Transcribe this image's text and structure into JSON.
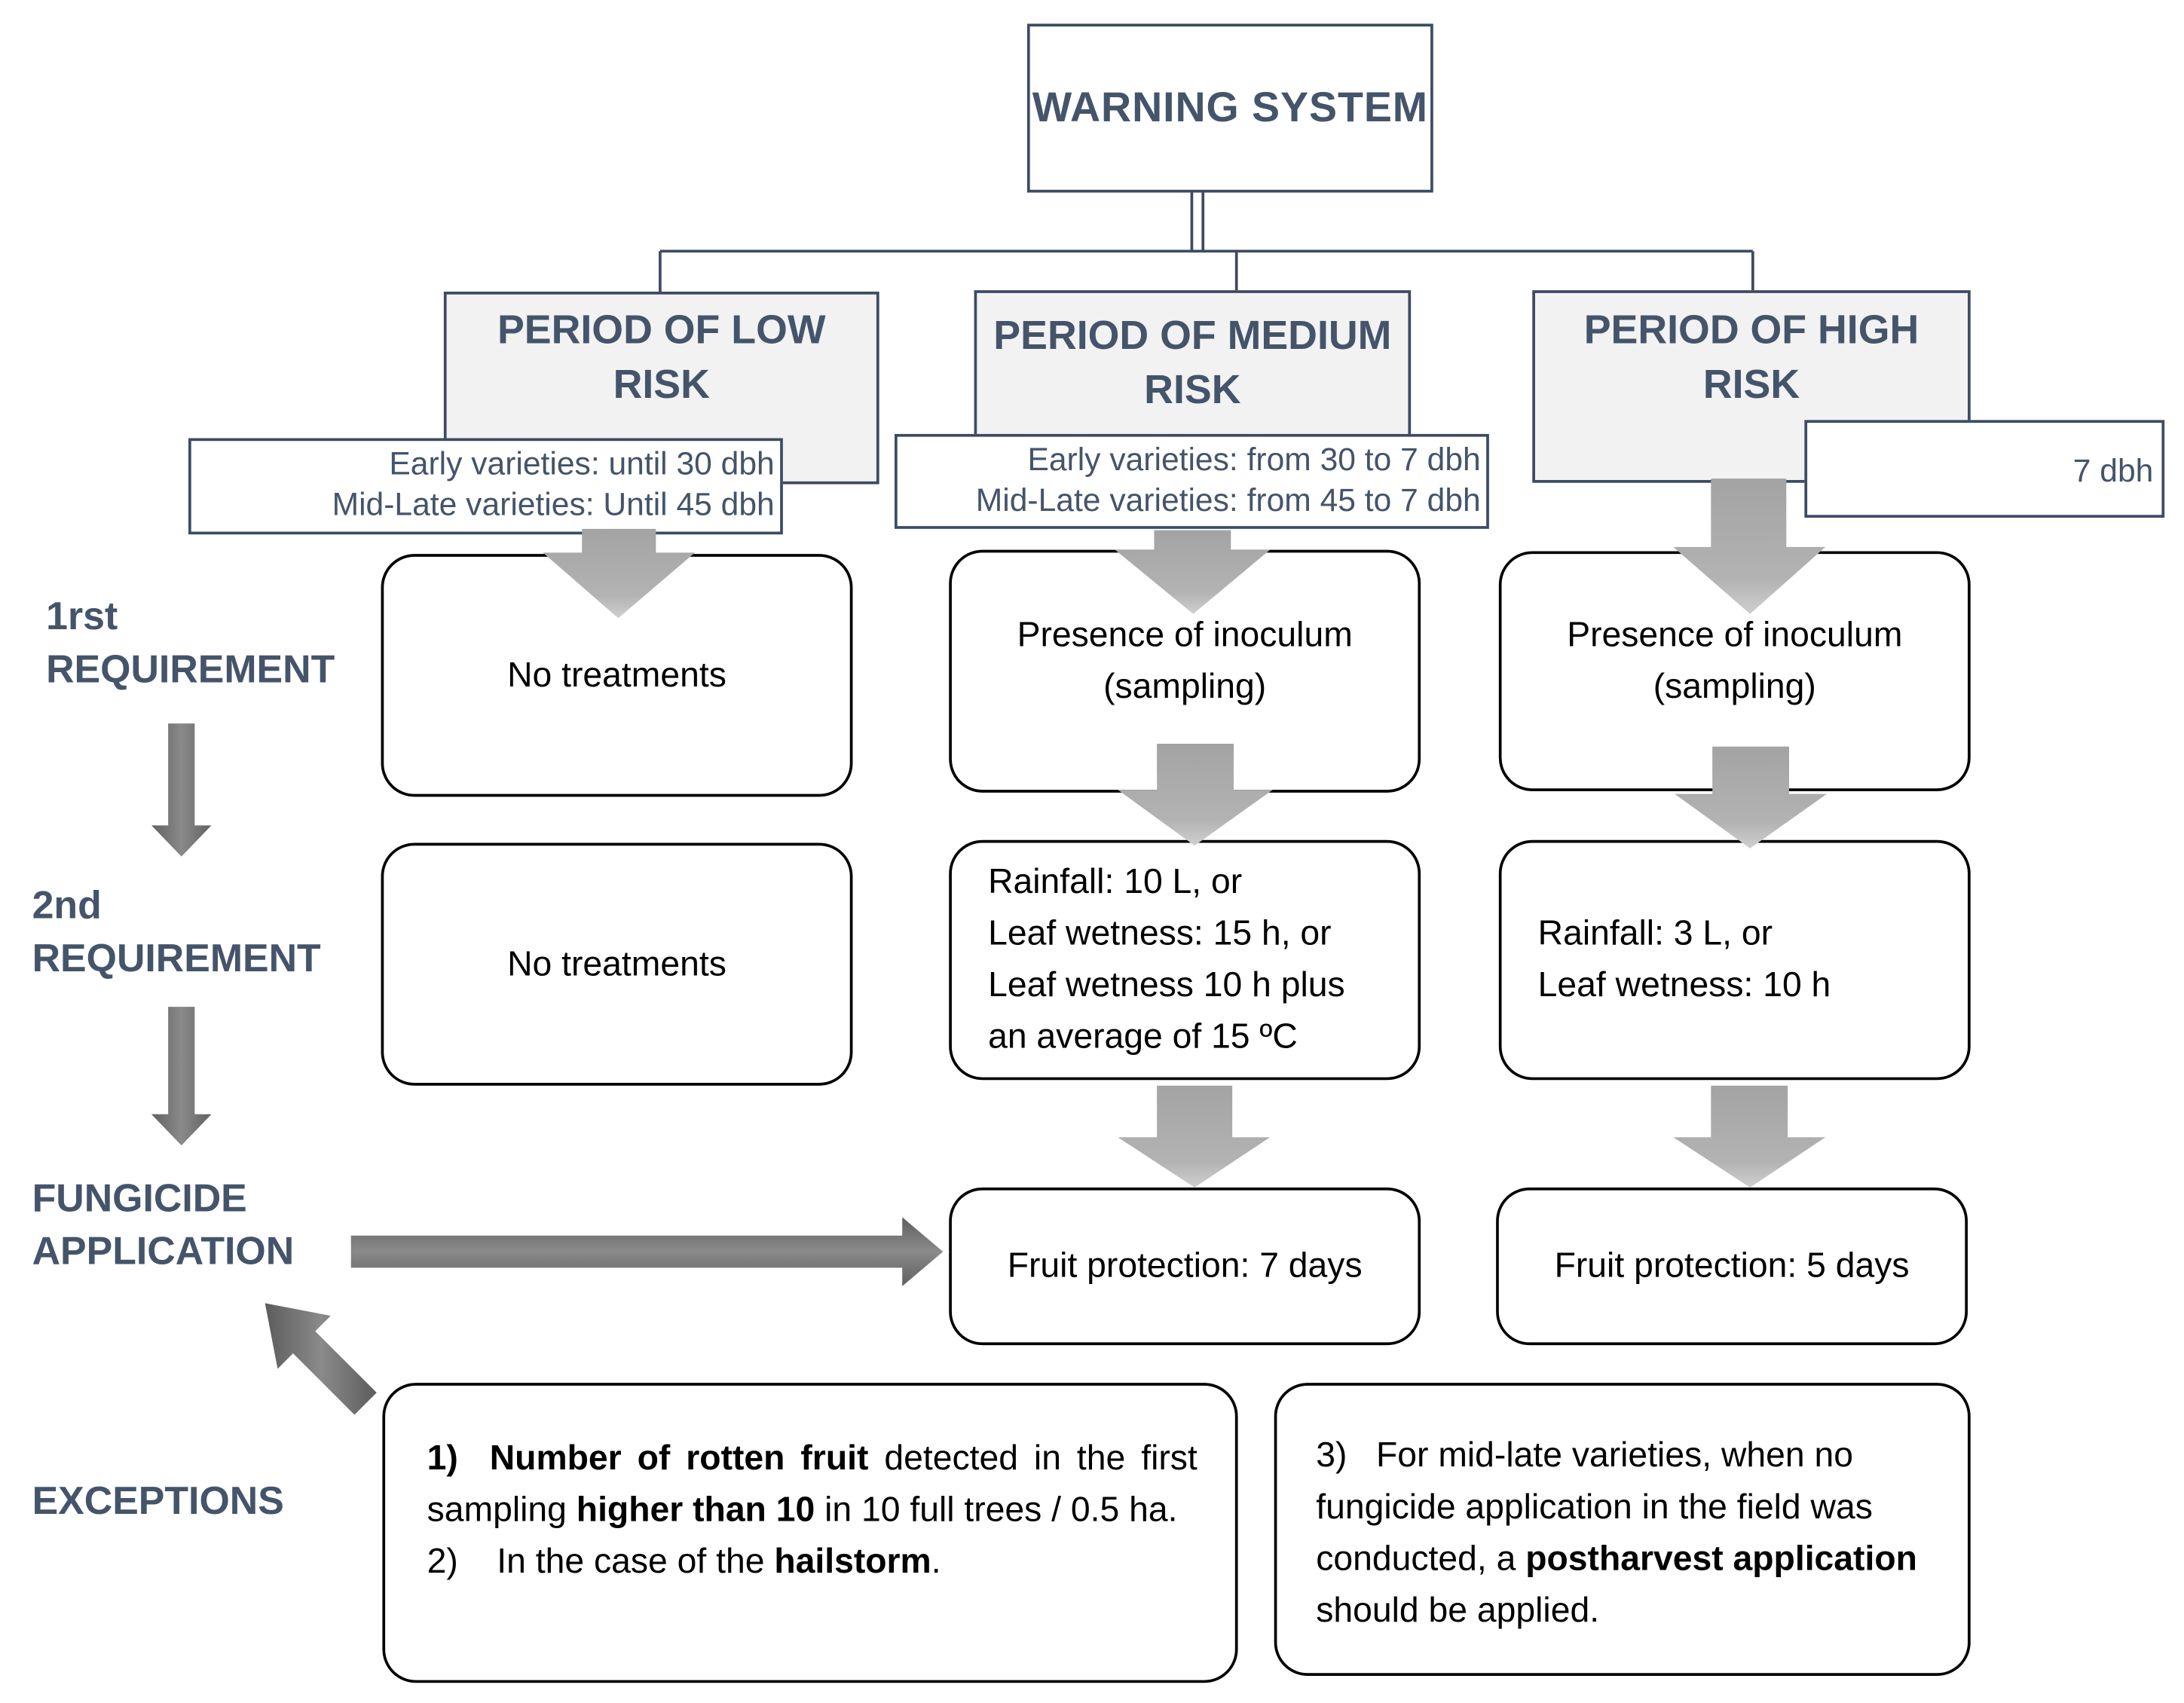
{
  "title": "WARNING SYSTEM",
  "periods": [
    {
      "title": "PERIOD OF LOW RISK",
      "notes": [
        "Early varieties:  until 30 dbh",
        "Mid-Late varieties: Until 45 dbh"
      ],
      "req1": "No treatments",
      "req2": "No treatments"
    },
    {
      "title": "PERIOD OF MEDIUM RISK",
      "notes": [
        "Early varieties:  from 30 to 7 dbh",
        "Mid-Late varieties: from 45 to 7 dbh"
      ],
      "req1": [
        "Presence of inoculum",
        "(sampling)"
      ],
      "req2": [
        "Rainfall: 10 L, or",
        "Leaf wetness: 15 h, or",
        "Leaf wetness 10 h plus",
        "an average of 15 ºC"
      ],
      "application": "Fruit protection: 7 days"
    },
    {
      "title": "PERIOD OF HIGH RISK",
      "notes": [
        "7 dbh"
      ],
      "req1": [
        "Presence of inoculum",
        "(sampling)"
      ],
      "req2": [
        "Rainfall: 3 L, or",
        "Leaf wetness: 10 h"
      ],
      "application": "Fruit protection: 5 days"
    }
  ],
  "stages": {
    "req1": [
      "1rst",
      "REQUIREMENT"
    ],
    "req2": [
      "2nd",
      "REQUIREMENT"
    ],
    "application": [
      "FUNGICIDE",
      "APPLICATION"
    ],
    "exceptions": "EXCEPTIONS"
  },
  "exceptions": {
    "box1": {
      "e1_num": "1)",
      "e1_bold": "Number of rotten fruit",
      "e1_text1": " detected in the first sampling ",
      "e1_bold2": "higher than 10",
      "e1_text2": " in 10 full trees / 0.5 ha.",
      "e2_num": "2)",
      "e2_text": "In the case of the ",
      "e2_bold": "hailstorm",
      "e2_end": "."
    },
    "box2": {
      "num": "3)",
      "text1": "For mid-late varieties, when no fungicide application in the field was conducted, a ",
      "bold": "postharvest application",
      "text2": " should be applied."
    }
  },
  "colors": {
    "heading": "#44546a",
    "border": "#3b4b63",
    "arrow_gray": "#a6a6a6",
    "dark_arrow": "#6b6b6b"
  }
}
